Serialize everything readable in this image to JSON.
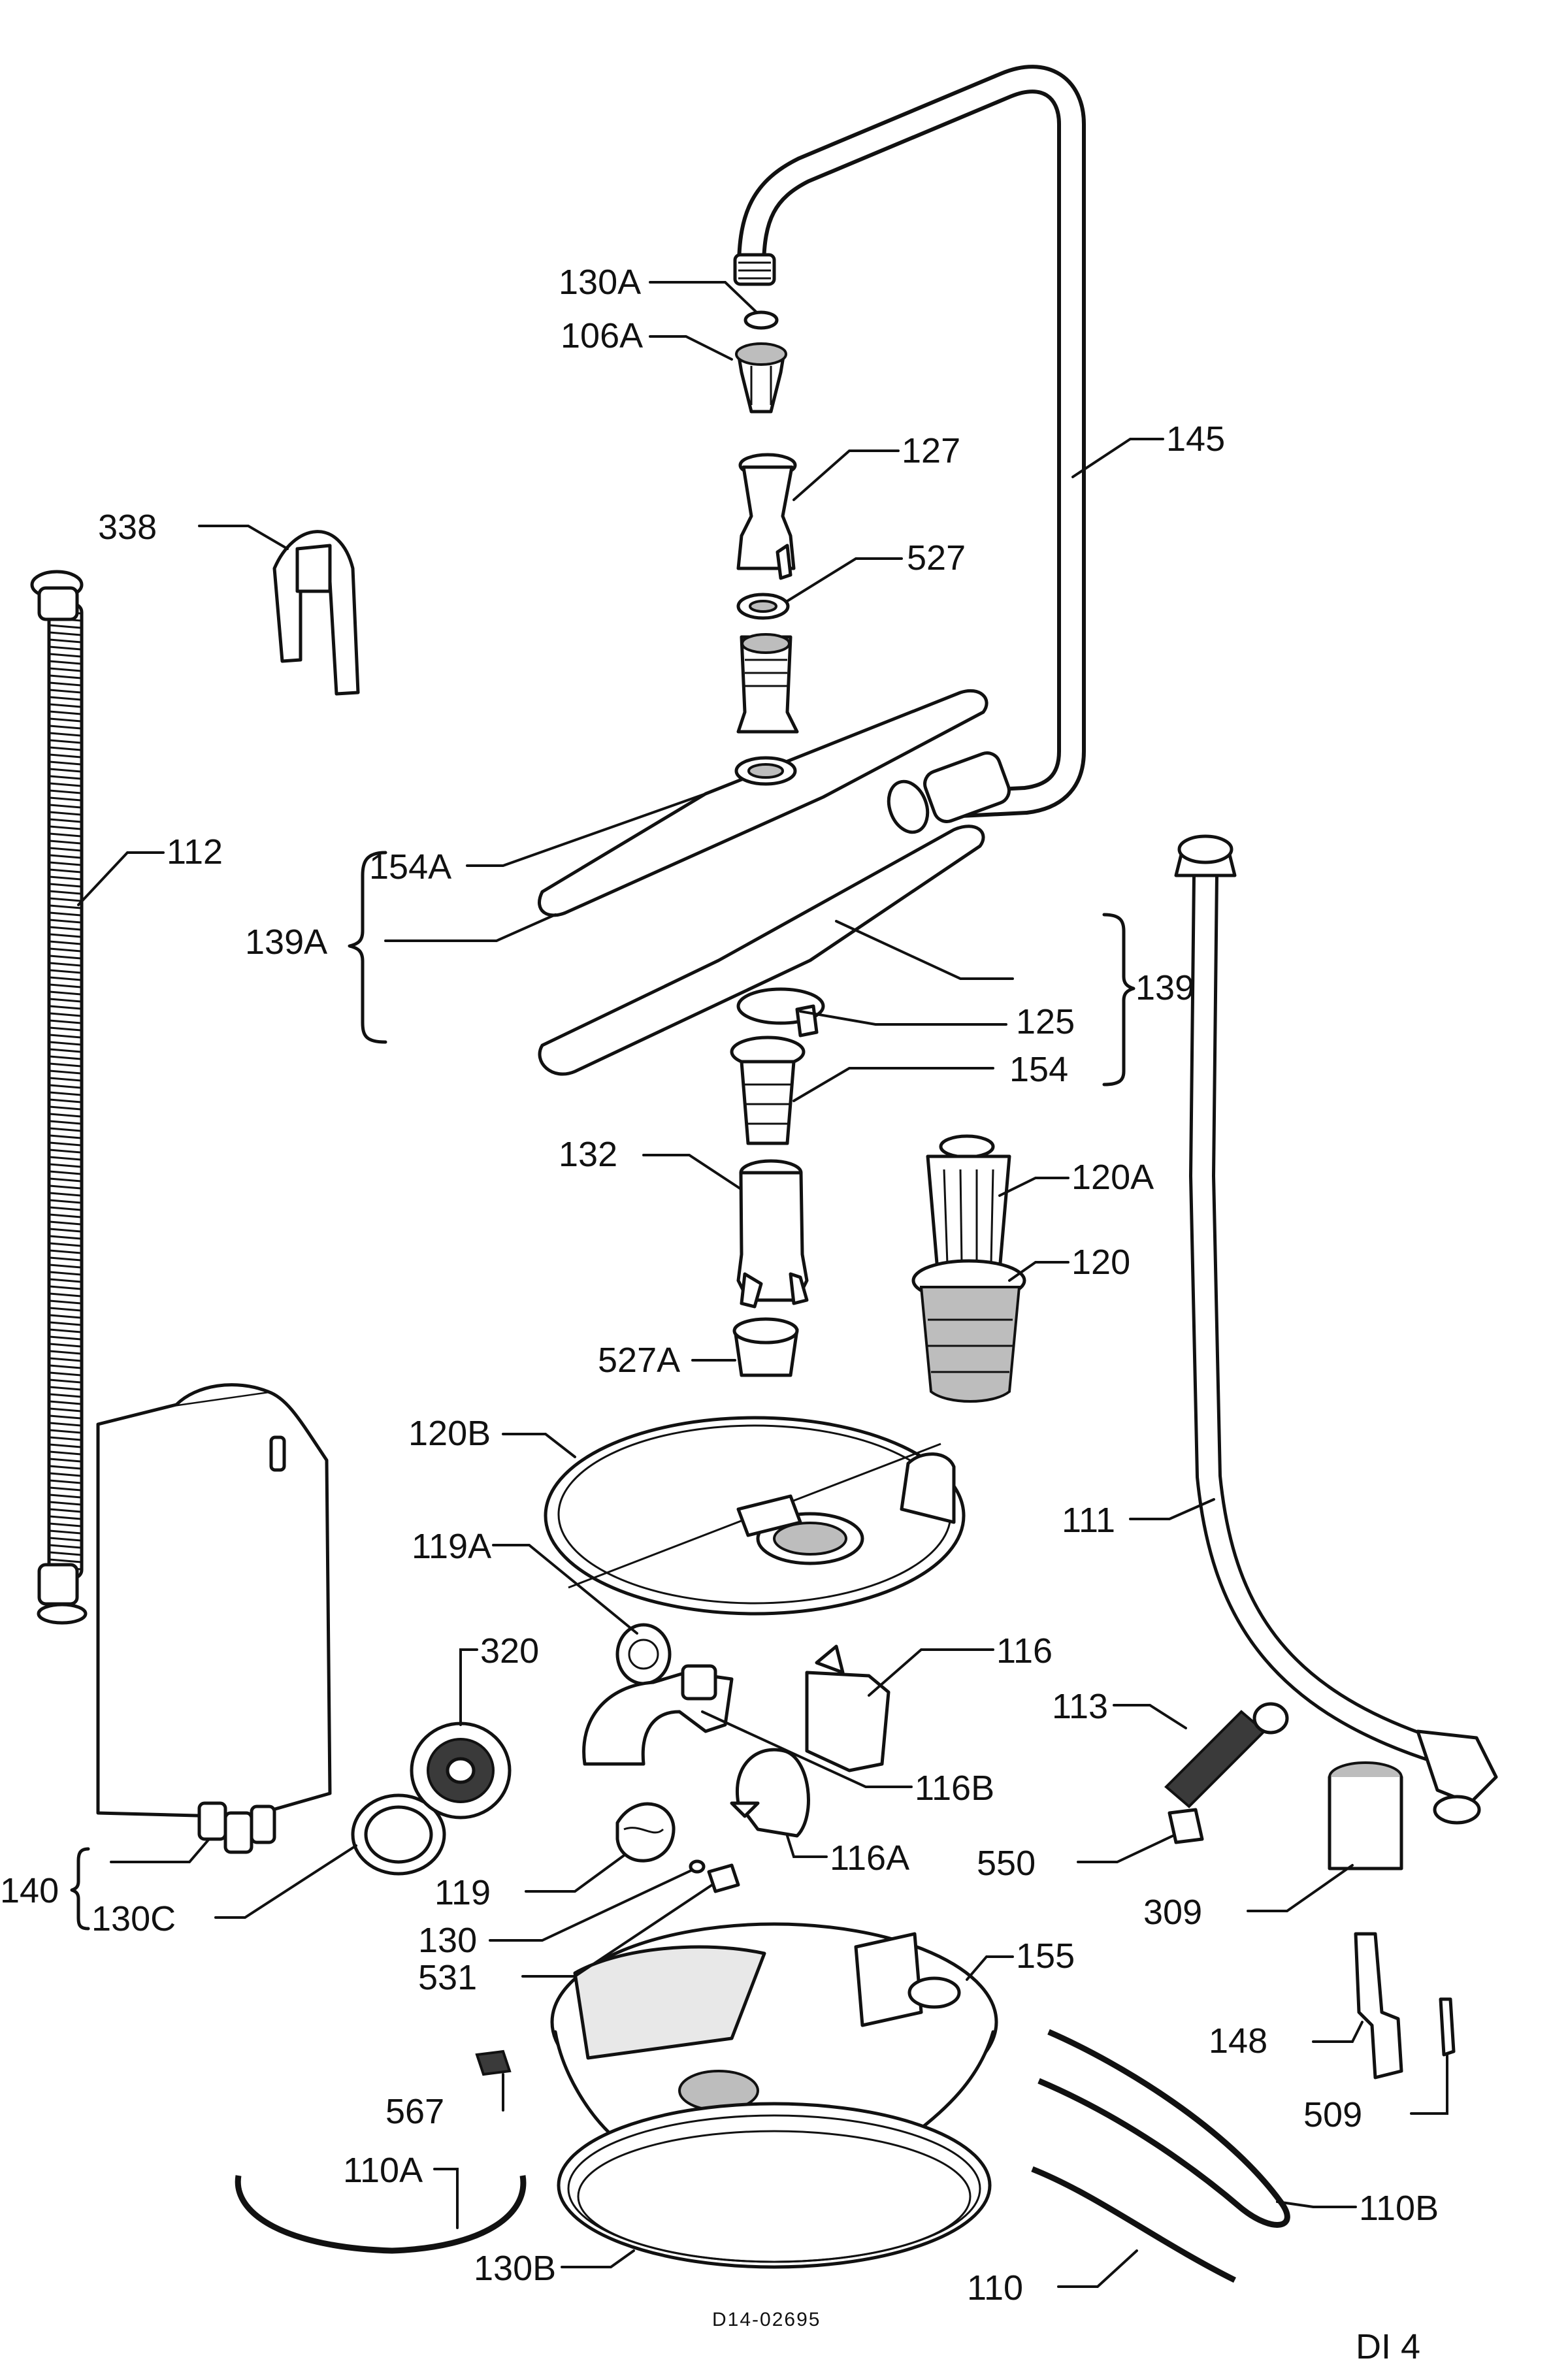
{
  "diagram": {
    "type": "exploded-parts-diagram",
    "drawing_ref": "D14-02695",
    "sheet": "DI 4",
    "colors": {
      "ink": "#111111",
      "paper": "#ffffff",
      "fill_dark": "#3a3a3a",
      "fill_gray": "#bdbdbd"
    },
    "labels": {
      "l130A": "130A",
      "l106A": "106A",
      "l127": "127",
      "l145": "145",
      "l338": "338",
      "l527": "527",
      "l112": "112",
      "l154A": "154A",
      "l139A": "139A",
      "l139": "139",
      "l125": "125",
      "l154": "154",
      "l132": "132",
      "l120A": "120A",
      "l120": "120",
      "l527A": "527A",
      "l120B": "120B",
      "l111": "111",
      "l119A": "119A",
      "l320": "320",
      "l116": "116",
      "l113": "113",
      "l116B": "116B",
      "l116A": "116A",
      "l550": "550",
      "l140": "140",
      "l130C": "130C",
      "l119": "119",
      "l130": "130",
      "l531": "531",
      "l309": "309",
      "l155": "155",
      "l148": "148",
      "l567": "567",
      "l509": "509",
      "l110A": "110A",
      "l110B": "110B",
      "l130B": "130B",
      "l110": "110"
    }
  }
}
